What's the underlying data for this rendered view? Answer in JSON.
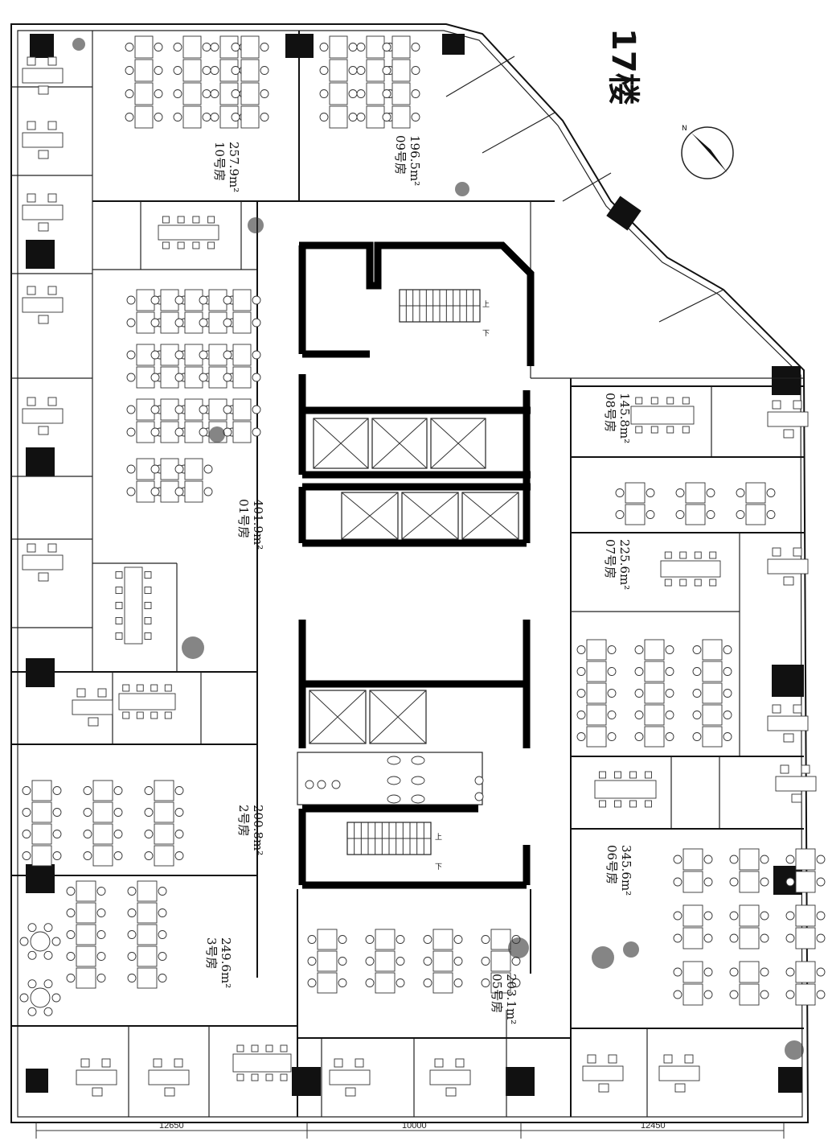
{
  "floor_title": "17楼",
  "compass_label": "N",
  "stair_up": "上",
  "stair_down": "下",
  "rooms": [
    {
      "id": "r10",
      "name": "10号房",
      "area": "257.9m²"
    },
    {
      "id": "r09",
      "name": "09号房",
      "area": "196.5m²"
    },
    {
      "id": "r08",
      "name": "08号房",
      "area": "145.8m²"
    },
    {
      "id": "r07",
      "name": "07号房",
      "area": "225.6m²"
    },
    {
      "id": "r01",
      "name": "01号房",
      "area": "401.9m²"
    },
    {
      "id": "r02",
      "name": "2号房",
      "area": "200.8m²"
    },
    {
      "id": "r03",
      "name": "3号房",
      "area": "249.6m²"
    },
    {
      "id": "r05",
      "name": "05号房",
      "area": "203.1m²"
    },
    {
      "id": "r06",
      "name": "06号房",
      "area": "345.6m²"
    }
  ],
  "dimensions": [
    "12650",
    "10000",
    "12450"
  ],
  "room_rows": {
    "rows": 3
  }
}
